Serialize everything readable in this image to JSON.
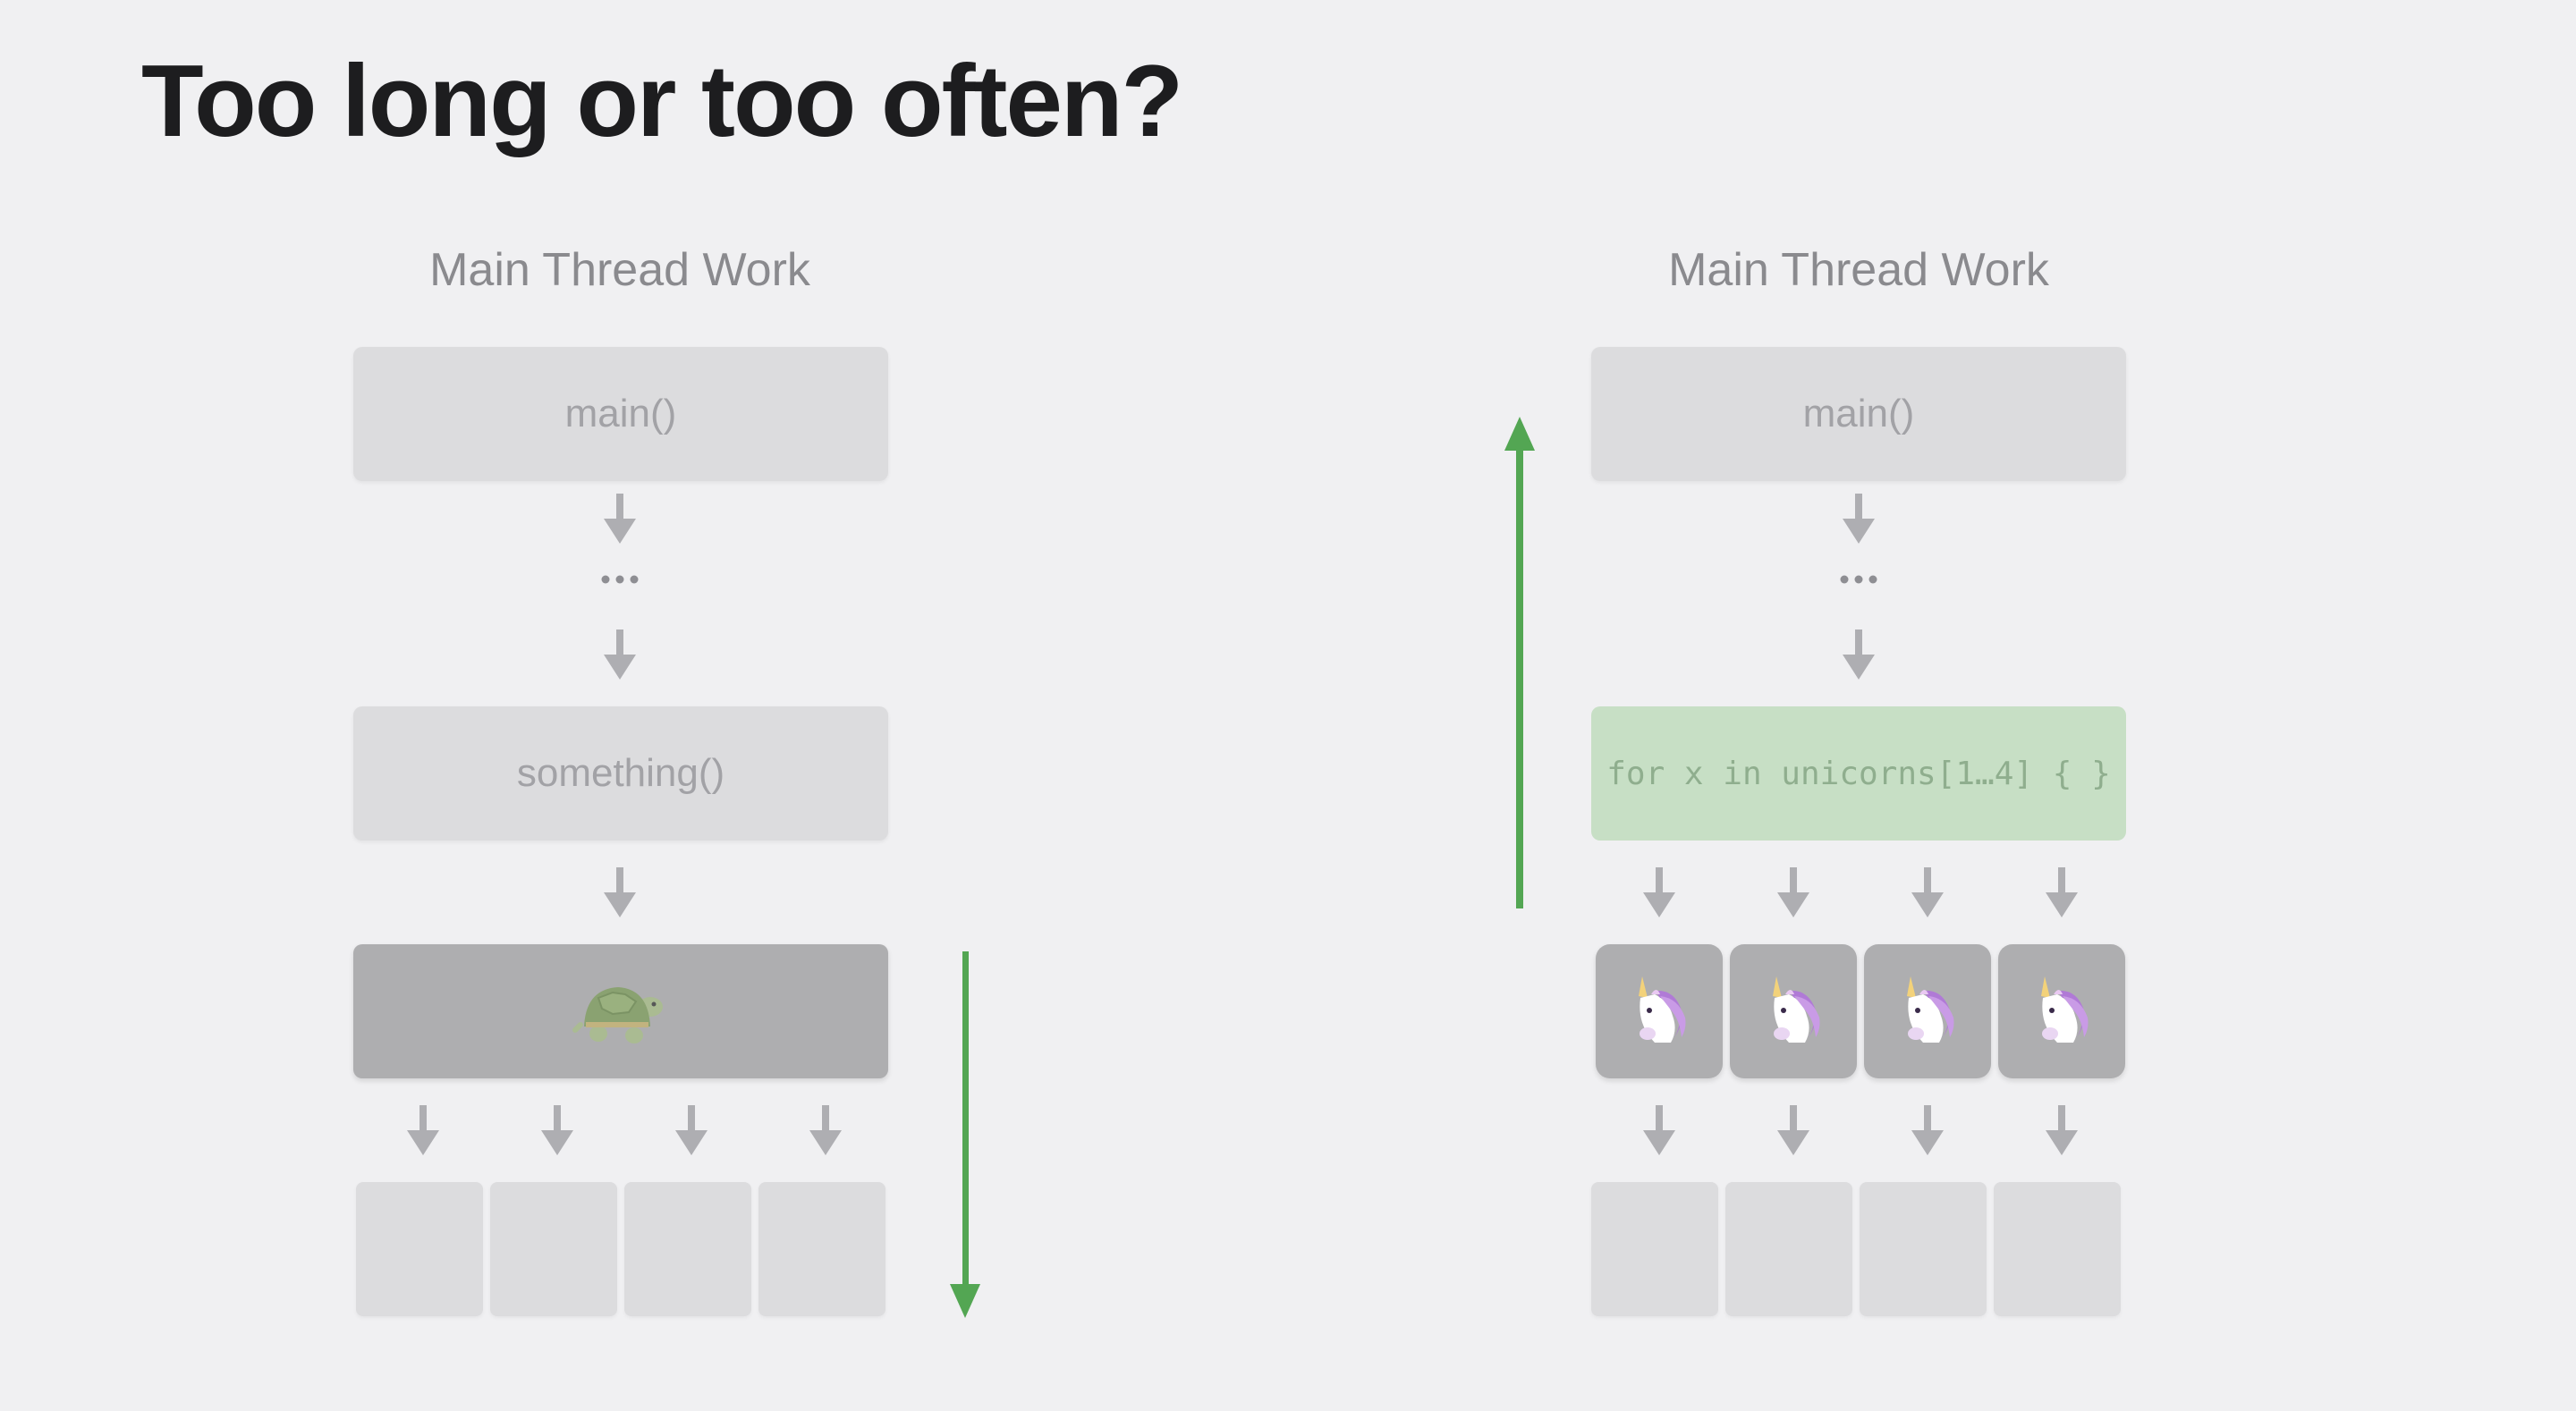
{
  "title": "Too long or too often?",
  "left": {
    "heading": "Main Thread Work",
    "main_label": "main()",
    "something_label": "something()",
    "slow_item_icon": "turtle-icon",
    "cell_count": 4,
    "progress_arrow": "down"
  },
  "right": {
    "heading": "Main Thread Work",
    "main_label": "main()",
    "loop_label": "for x in unicorns[1…4] { }",
    "item_icon": "unicorn-icon",
    "item_count": 4,
    "progress_arrow": "up"
  },
  "colors": {
    "background": "#f0f0f2",
    "title": "#1d1d1f",
    "heading": "#8a8a8e",
    "box_light": "#dcdcde",
    "box_dark": "#aeaeb0",
    "arrow_gray": "#aeaeb2",
    "code_box": "#c7dfc5",
    "progress_green": "#53a653"
  }
}
